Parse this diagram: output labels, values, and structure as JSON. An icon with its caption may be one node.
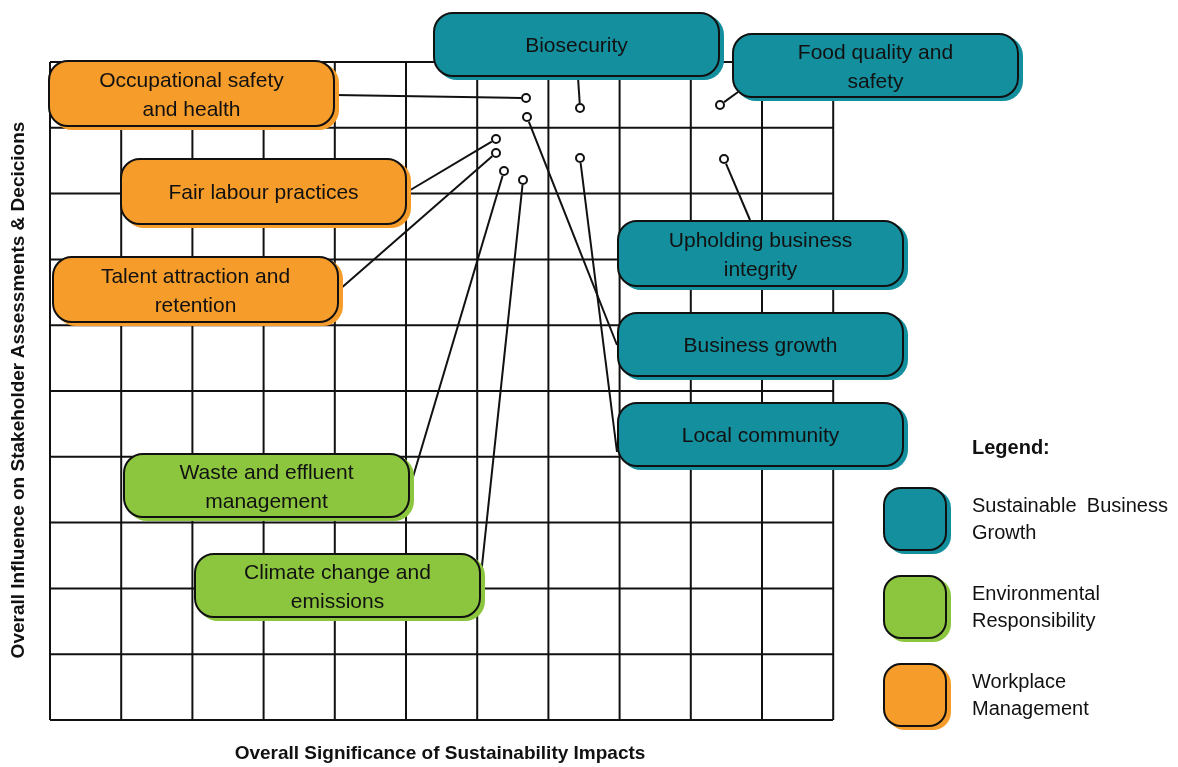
{
  "diagram": {
    "nodes": [
      {
        "text": [
          "Biosecurity"
        ]
      },
      {
        "text": [
          "Food quality and safety"
        ]
      },
      {
        "text": [
          "Occupational safety and health"
        ]
      },
      {
        "text": [
          "Fair labour practices"
        ]
      },
      {
        "text": [
          "Talent attraction and retention"
        ]
      },
      {
        "text": [
          "Upholding business integrity"
        ]
      },
      {
        "text": [
          "Business growth"
        ]
      },
      {
        "text": [
          "Local community"
        ]
      },
      {
        "text": [
          "Waste and effluent management"
        ]
      },
      {
        "text": [
          "Climate change and emissions"
        ]
      },
      {
        "text": [],
        "shape": "circle"
      },
      {
        "text": [],
        "shape": "circle"
      },
      {
        "text": [],
        "shape": "circle"
      },
      {
        "text": [],
        "shape": "circle"
      },
      {
        "text": [],
        "shape": "circle"
      },
      {
        "text": [],
        "shape": "circle"
      },
      {
        "text": [],
        "shape": "circle"
      },
      {
        "text": [],
        "shape": "circle"
      },
      {
        "text": [],
        "shape": "circle"
      },
      {
        "text": [],
        "shape": "circle"
      }
    ],
    "edges": [
      {
        "from": 0,
        "to": 12,
        "arrow": "none"
      },
      {
        "from": 1,
        "to": 11,
        "arrow": "none"
      },
      {
        "from": 2,
        "to": 10,
        "arrow": "none"
      },
      {
        "from": 3,
        "to": 14,
        "arrow": "none"
      },
      {
        "from": 4,
        "to": 15,
        "arrow": "none"
      },
      {
        "from": 5,
        "to": 17,
        "arrow": "none"
      },
      {
        "from": 6,
        "to": 13,
        "arrow": "none"
      },
      {
        "from": 7,
        "to": 16,
        "arrow": "none"
      },
      {
        "from": 8,
        "to": 18,
        "arrow": "none"
      },
      {
        "from": 9,
        "to": 19,
        "arrow": "none"
      }
    ],
    "labels": [
      "Overall Influence on Stakeholder Assessments & Decicions",
      "Overall Significance of Sustainability Impacts",
      "Legend:"
    ],
    "legend": [
      {
        "text": "Sustainable Business Growth",
        "color": "#148f9e"
      },
      {
        "text": "Environmental Responsibility",
        "color": "#8cc63f"
      },
      {
        "text": "Workplace Management",
        "color": "#f59c2a"
      }
    ]
  }
}
